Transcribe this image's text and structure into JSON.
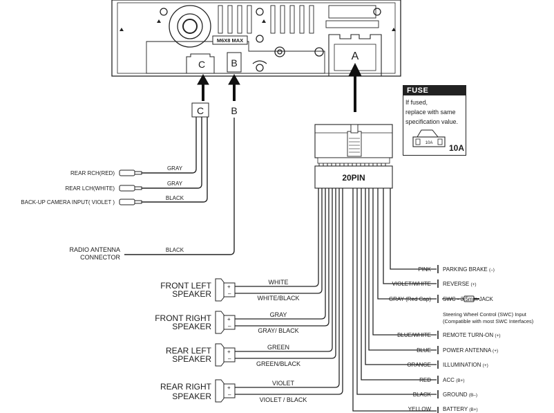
{
  "unit": {
    "model_label": "M6X8 MAX"
  },
  "connectors": {
    "a_label": "A",
    "b_label": "B",
    "c_label": "C",
    "pin20_label": "20PIN"
  },
  "fuse": {
    "header": "FUSE",
    "line1": "If fused,",
    "line2": "replace with same",
    "line3": "specification value.",
    "rating": "10A",
    "icon_label": "10A"
  },
  "rca": [
    {
      "label": "REAR RCH(RED)",
      "wire": "GRAY"
    },
    {
      "label": "REAR LCH(WHITE)",
      "wire": "GRAY"
    },
    {
      "label": "BACK-UP CAMERA INPUT( VIOLET )",
      "wire": "BLACK"
    }
  ],
  "antenna": {
    "line1": "RADIO ANTENNA",
    "line2": "CONNECTOR",
    "wire": "BLACK"
  },
  "speakers": [
    {
      "name1": "FRONT LEFT",
      "name2": "SPEAKER",
      "pos": "WHITE",
      "neg": "WHITE/BLACK"
    },
    {
      "name1": "FRONT RIGHT",
      "name2": "SPEAKER",
      "pos": "GRAY",
      "neg": "GRAY/ BLACK"
    },
    {
      "name1": "REAR LEFT",
      "name2": "SPEAKER",
      "pos": "GREEN",
      "neg": "GREEN/BLACK"
    },
    {
      "name1": "REAR RIGHT",
      "name2": "SPEAKER",
      "pos": "VIOLET",
      "neg": "VIOLET / BLACK"
    }
  ],
  "right_wires": [
    {
      "color": "PINK",
      "func": "PARKING BRAKE",
      "sign": "(–)"
    },
    {
      "color": "VIOLET/WHITE",
      "func": "REVERSE",
      "sign": "(+)"
    },
    {
      "color": "GRAY (Red Cap)",
      "func": "SWC - 3.5mm JACK",
      "sign": ""
    },
    {
      "color": "BLUE/WHITE",
      "func": "REMOTE TURN-ON",
      "sign": "(+)"
    },
    {
      "color": "BLUE",
      "func": "POWER ANTENNA",
      "sign": "(+)"
    },
    {
      "color": "ORANGE",
      "func": "ILLUMINATION",
      "sign": "(+)"
    },
    {
      "color": "RED",
      "func": "ACC",
      "sign": "(B+)"
    },
    {
      "color": "BLACK",
      "func": "GROUND",
      "sign": "(B–)"
    },
    {
      "color": "YELLOW",
      "func": "BATTERY",
      "sign": "(B+)"
    }
  ],
  "swc_note": {
    "line1": "Steering Wheel Control (SWC) Input",
    "line2": "(Compatible with most SWC Interfaces)"
  }
}
